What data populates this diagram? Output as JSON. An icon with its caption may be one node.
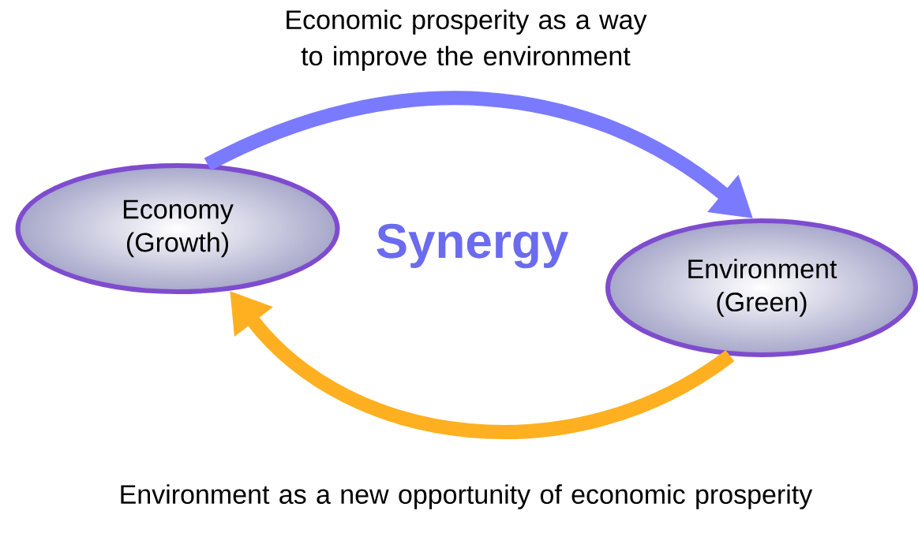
{
  "diagram": {
    "nodes": [
      {
        "text": [
          "Economy (Growth)"
        ]
      },
      {
        "text": [
          "Environment (Green)"
        ]
      }
    ],
    "edges": [
      {
        "from": 0,
        "to": 1,
        "arrow": "to",
        "label": "Economic prosperity as a way to improve the environment",
        "color": "#7a7aff"
      },
      {
        "from": 1,
        "to": 0,
        "arrow": "to",
        "label": "Environment as a new opportunity of economic prosperity",
        "color": "#ffb020"
      }
    ],
    "labels": [
      "Synergy"
    ]
  }
}
